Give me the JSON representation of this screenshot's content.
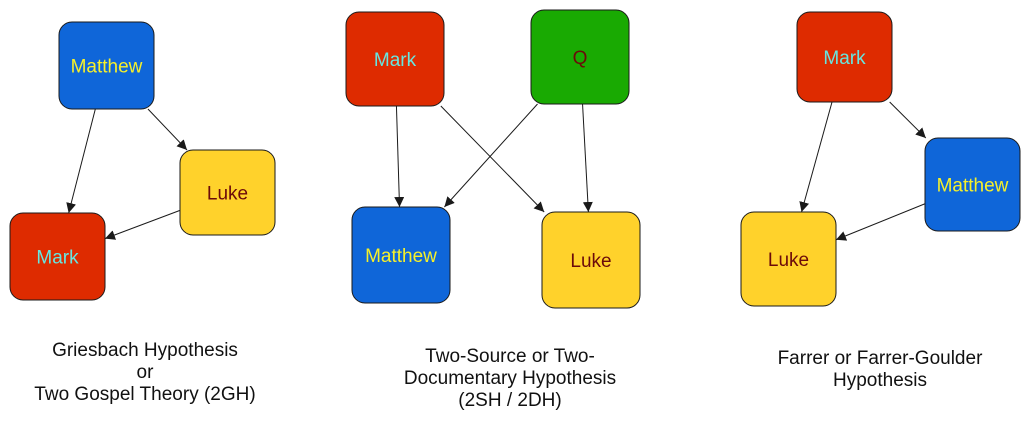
{
  "colors": {
    "red": "#DE2B00",
    "blue": "#0F66D9",
    "yellow": "#FFD22B",
    "green": "#19AA02",
    "cyan_text": "#66E6E0",
    "yellow_text": "#F6F02A",
    "maroon_text": "#6B0A0A"
  },
  "diagrams": [
    {
      "nodes": [
        {
          "id": "matthew",
          "label": "Matthew",
          "fill": "blue",
          "text": "yellow_text"
        },
        {
          "id": "luke",
          "label": "Luke",
          "fill": "yellow",
          "text": "maroon_text"
        },
        {
          "id": "mark",
          "label": "Mark",
          "fill": "red",
          "text": "cyan_text"
        }
      ],
      "edges": [
        [
          "matthew",
          "mark"
        ],
        [
          "matthew",
          "luke"
        ],
        [
          "luke",
          "mark"
        ]
      ],
      "caption": [
        "Griesbach Hypothesis",
        "or",
        "Two Gospel Theory (2GH)"
      ]
    },
    {
      "nodes": [
        {
          "id": "mark",
          "label": "Mark",
          "fill": "red",
          "text": "cyan_text"
        },
        {
          "id": "q",
          "label": "Q",
          "fill": "green",
          "text": "maroon_text"
        },
        {
          "id": "matthew",
          "label": "Matthew",
          "fill": "blue",
          "text": "yellow_text"
        },
        {
          "id": "luke",
          "label": "Luke",
          "fill": "yellow",
          "text": "maroon_text"
        }
      ],
      "edges": [
        [
          "mark",
          "matthew"
        ],
        [
          "mark",
          "luke"
        ],
        [
          "q",
          "matthew"
        ],
        [
          "q",
          "luke"
        ]
      ],
      "caption": [
        "Two-Source or Two-",
        "Documentary Hypothesis",
        "(2SH / 2DH)"
      ]
    },
    {
      "nodes": [
        {
          "id": "mark",
          "label": "Mark",
          "fill": "red",
          "text": "cyan_text"
        },
        {
          "id": "matthew",
          "label": "Matthew",
          "fill": "blue",
          "text": "yellow_text"
        },
        {
          "id": "luke",
          "label": "Luke",
          "fill": "yellow",
          "text": "maroon_text"
        }
      ],
      "edges": [
        [
          "mark",
          "luke"
        ],
        [
          "mark",
          "matthew"
        ],
        [
          "matthew",
          "luke"
        ]
      ],
      "caption": [
        "Farrer or Farrer-Goulder",
        "Hypothesis"
      ]
    }
  ]
}
